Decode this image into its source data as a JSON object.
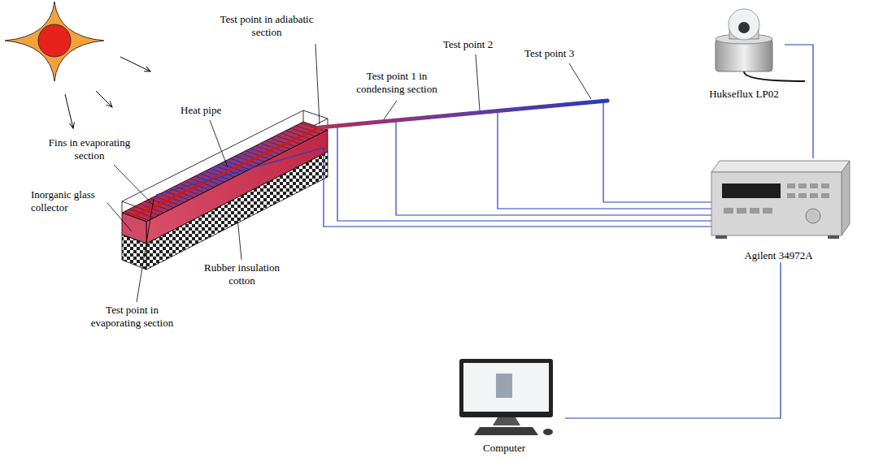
{
  "diagram": {
    "nodes": [
      {
        "text": [
          "Hukseflux LP02"
        ]
      },
      {
        "text": [
          "Agilent 34972A"
        ]
      },
      {
        "text": [
          "Computer"
        ]
      }
    ],
    "edges": [
      {
        "from": 0,
        "to": 1,
        "arrow": "none"
      },
      {
        "from": 2,
        "to": 1,
        "arrow": "none"
      }
    ],
    "labels": [
      "Test point in adiabatic section",
      "Test point 2",
      "Test point 1 in condensing section",
      "Test point 3",
      "Heat pipe",
      "Fins in evaporating section",
      "Inorganic glass collector",
      "Rubber insulation cotton",
      "Test point in evaporating section"
    ]
  }
}
